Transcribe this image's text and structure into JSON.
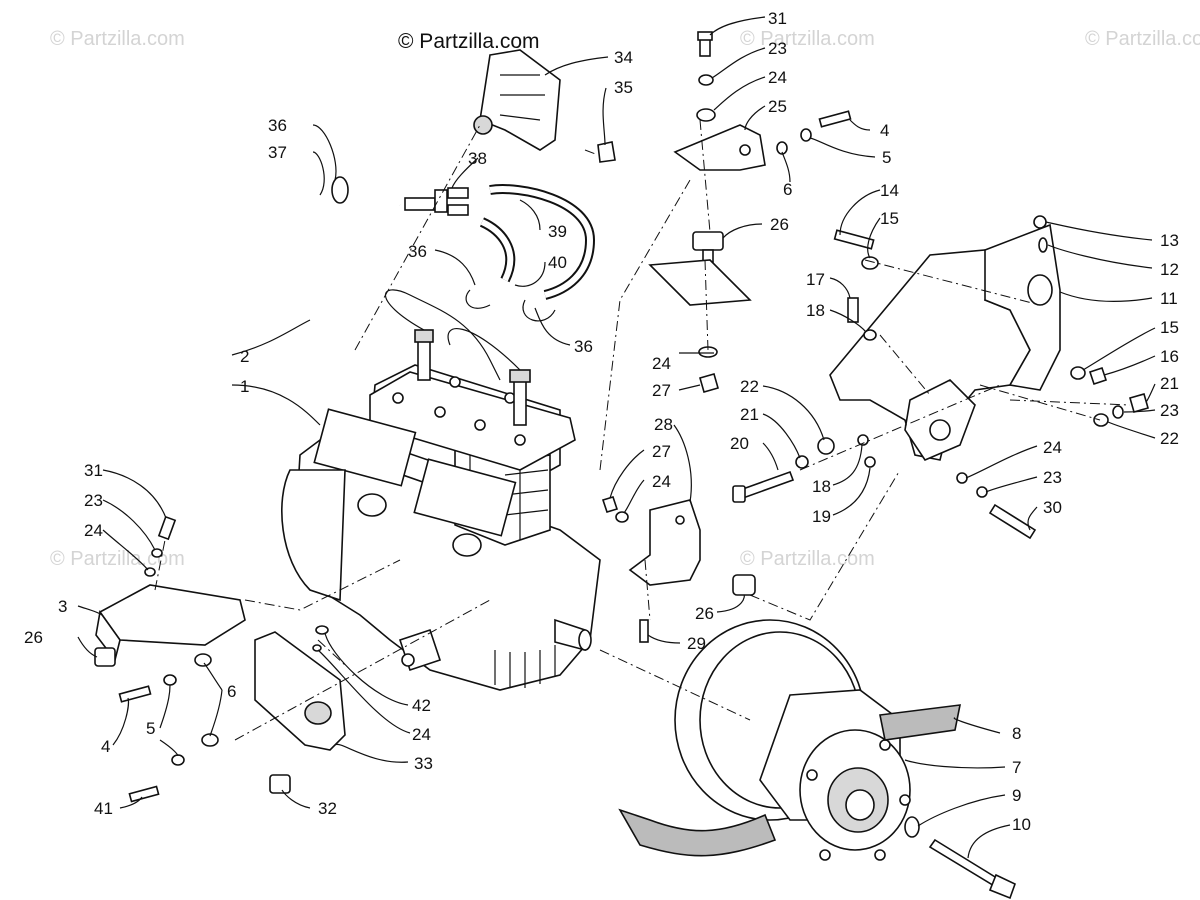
{
  "copyright": "© Partzilla.com",
  "watermarks": [
    "© Partzilla.com",
    "© Partzilla.com",
    "© Partzilla.com",
    "© Partzilla.com",
    "© Partzilla.com"
  ],
  "callouts": [
    "1",
    "2",
    "3",
    "4",
    "4",
    "5",
    "5",
    "6",
    "6",
    "7",
    "8",
    "9",
    "10",
    "11",
    "12",
    "13",
    "14",
    "15",
    "15",
    "16",
    "17",
    "18",
    "18",
    "19",
    "20",
    "21",
    "21",
    "22",
    "22",
    "23",
    "23",
    "23",
    "23",
    "24",
    "24",
    "24",
    "24",
    "24",
    "24",
    "25",
    "26",
    "26",
    "26",
    "27",
    "27",
    "28",
    "29",
    "30",
    "31",
    "31",
    "32",
    "33",
    "34",
    "35",
    "36",
    "36",
    "36",
    "37",
    "38",
    "39",
    "40",
    "41",
    "42"
  ]
}
